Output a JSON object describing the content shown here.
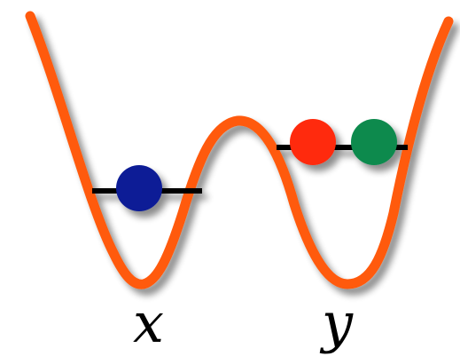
{
  "colors": {
    "potential_curve": "#ff5a0a",
    "energy_level": "#000000",
    "ball_blue": "#0a1e96",
    "ball_red": "#ff2a0a",
    "ball_green": "#0a8a4e",
    "shadow": "#000000"
  },
  "wells": [
    {
      "label": "x",
      "balls": [
        "blue"
      ]
    },
    {
      "label": "y",
      "balls": [
        "red",
        "green"
      ]
    }
  ]
}
